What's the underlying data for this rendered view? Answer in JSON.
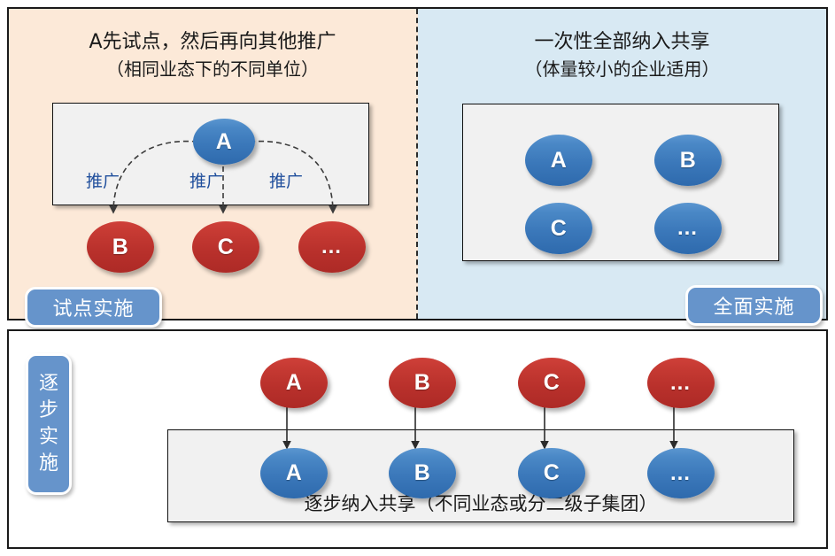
{
  "diagram": {
    "title_hidden": "",
    "colors": {
      "panel_left_bg": "#fce9d8",
      "panel_right_bg": "#d8e9f3",
      "panel_bottom_bg": "#ffffff",
      "node_blue": "#3b78ba",
      "node_red": "#bd322c",
      "badge_blue": "#6694cb",
      "label_blue": "#1f4e9c",
      "box_grey": "#f1f1f1",
      "border_black": "#1a1a1a"
    }
  },
  "panel_left": {
    "title_line1": "A先试点，然后再向其他推广",
    "title_line2": "（相同业态下的不同单位）",
    "source_node": "A",
    "edge_labels": [
      "推广",
      "推广",
      "推广"
    ],
    "target_nodes": [
      "B",
      "C",
      "…"
    ],
    "badge": "试点实施"
  },
  "panel_right": {
    "title_line1": "一次性全部纳入共享",
    "title_line2": "（体量较小的企业适用）",
    "nodes": [
      "A",
      "B",
      "C",
      "…"
    ],
    "badge": "全面实施"
  },
  "panel_bottom": {
    "badge": "逐步实施",
    "badge_chars": [
      "逐",
      "步",
      "实",
      "施"
    ],
    "source_nodes": [
      "A",
      "B",
      "C",
      "…"
    ],
    "target_nodes": [
      "A",
      "B",
      "C",
      "…"
    ],
    "caption": "逐步纳入共享（不同业态或分二级子集团）"
  }
}
